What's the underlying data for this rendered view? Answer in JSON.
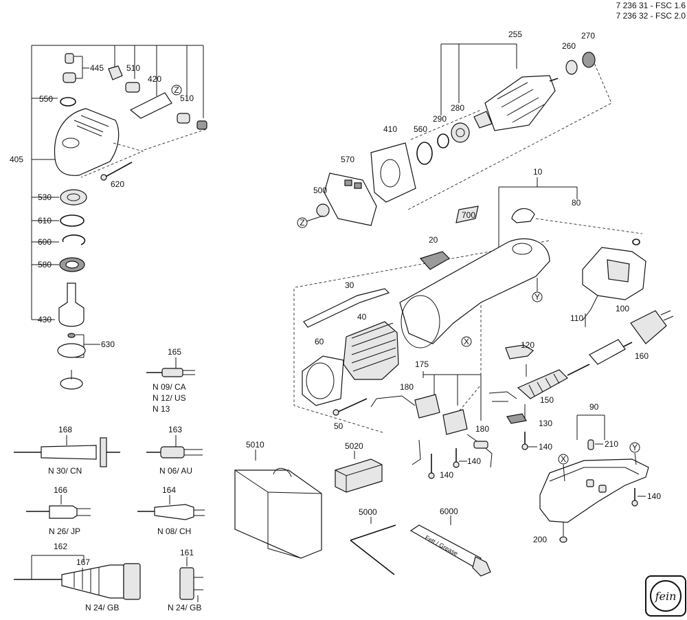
{
  "header": {
    "line1": "7 236 31 - FSC 1.6",
    "line2": "7 236 32 - FSC 2.0"
  },
  "labels": {
    "l445": "445",
    "l510a": "510",
    "l420": "420",
    "l550": "550",
    "l510b": "510",
    "l405": "405",
    "l620": "620",
    "l530": "530",
    "l610": "610",
    "l600": "600",
    "l580": "580",
    "l430": "430",
    "l630": "630",
    "l255": "255",
    "l260": "260",
    "l270": "270",
    "l290": "290",
    "l280": "280",
    "l560": "560",
    "l410": "410",
    "l570": "570",
    "l500": "500",
    "l10": "10",
    "l80": "80",
    "l700": "700",
    "l20": "20",
    "l30": "30",
    "l40": "40",
    "l60": "60",
    "l50": "50",
    "l175": "175",
    "l180a": "180",
    "l180b": "180",
    "l140a": "140",
    "l140b": "140",
    "l120": "120",
    "l100": "100",
    "l110": "110",
    "l160": "160",
    "l150": "150",
    "l130": "130",
    "l140c": "140",
    "l90": "90",
    "l210": "210",
    "l140d": "140",
    "l200": "200",
    "l165": "165",
    "l168": "168",
    "l163": "163",
    "l166": "166",
    "l164": "164",
    "l162": "162",
    "l167": "167",
    "l161": "161",
    "l5010": "5010",
    "l5020": "5020",
    "l5000": "5000",
    "l6000": "6000"
  },
  "variants": {
    "v165a": "N 09/ CA",
    "v165b": "N 12/ US",
    "v165c": "N 13",
    "v168": "N 30/ CN",
    "v163": "N 06/ AU",
    "v166": "N 26/ JP",
    "v164": "N 08/ CH",
    "v162": "N 24/ GB",
    "v161": "N 24/ GB"
  },
  "markers": {
    "z1": "Z",
    "z2": "Z",
    "x1": "X",
    "x2": "X",
    "y1": "Y",
    "y2": "Y"
  },
  "tube_text": "Fett / Grease",
  "logo_text": "fein",
  "colors": {
    "ink": "#111111",
    "gray": "#9a9a9a",
    "light": "#e6e6e6"
  }
}
